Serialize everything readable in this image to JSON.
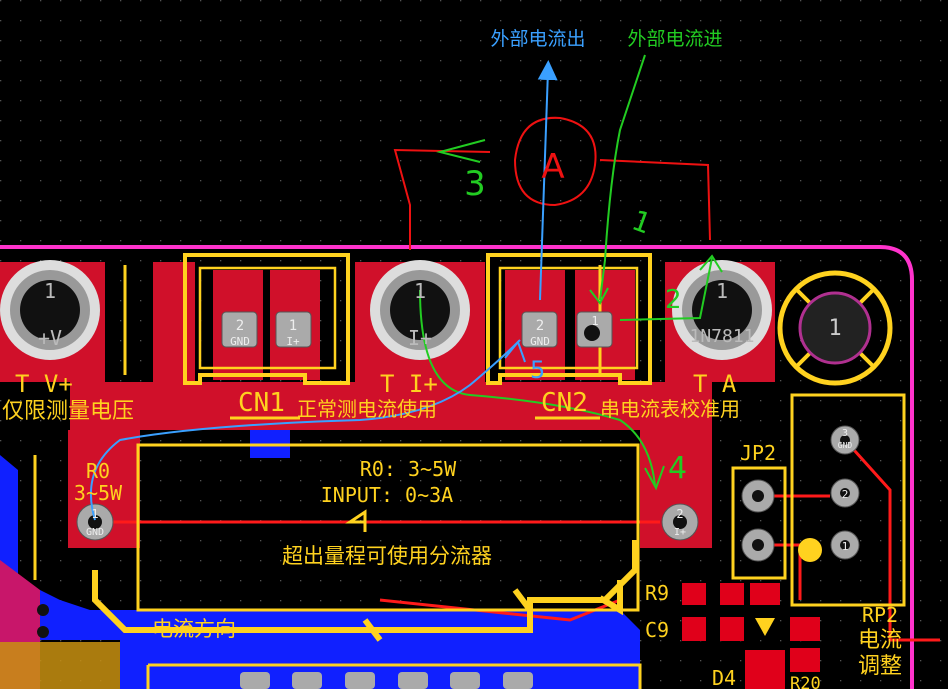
{
  "annotations": {
    "current_out": "外部电流出",
    "current_in": "外部电流进",
    "step1": "1",
    "step2": "2",
    "step3": "3",
    "step4": "4",
    "step5": "5",
    "meter_symbol": "A"
  },
  "silkscreen": {
    "label_tv": "T V+",
    "label_voltage": "仅限测量电压",
    "cn1": "CN1",
    "cn1_desc": "正常测电流使用",
    "label_ti": "T I+",
    "cn2": "CN2",
    "cn2_desc": "串电流表校准用",
    "label_ta": "T A",
    "part_1n7811": "1N7811",
    "r0": "R0",
    "r0_power": "3~5W",
    "r0_spec": "R0: 3~5W",
    "input_spec": "INPUT: 0~3A",
    "shunt_note": "超出量程可使用分流器",
    "current_direction": "电流方向",
    "jp2": "JP2",
    "r9": "R9",
    "c9": "C9",
    "d4": "D4",
    "r20": "R20",
    "rp2": "RP2",
    "rp2_desc1": "电流",
    "rp2_desc2": "调整"
  },
  "pads": {
    "one": "1",
    "two": "2",
    "three": "3",
    "gnd": "GND",
    "iplus": "I+",
    "vplus": "+V",
    "hole": "1"
  },
  "colors": {
    "board_outline": "#ff33cc",
    "copper_top": "#d0102a",
    "silk": "#ffd21f",
    "trace_red": "#ff1a1a",
    "blue_plane": "#1020ff",
    "annot_blue": "#3aa0ff",
    "annot_green": "#22cc22",
    "annot_red": "#ee1111",
    "pad_gray": "#b0b0b0"
  }
}
